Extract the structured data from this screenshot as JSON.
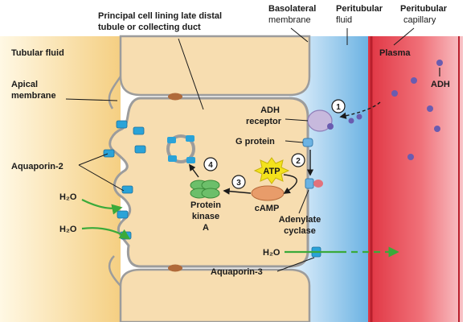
{
  "title": {
    "line1": "Principal cell lining late distal",
    "line2": "tubule or collecting duct"
  },
  "regions": {
    "tubular_fluid": "Tubular fluid",
    "basolateral_line1": "Basolateral",
    "basolateral_line2": "membrane",
    "peritubular_fluid_line1": "Peritubular",
    "peritubular_fluid_line2": "fluid",
    "peritubular_capillary_line1": "Peritubular",
    "peritubular_capillary_line2": "capillary",
    "plasma": "Plasma"
  },
  "labels": {
    "apical_line1": "Apical",
    "apical_line2": "membrane",
    "aquaporin2": "Aquaporin-2",
    "h2o_1": "H₂O",
    "h2o_2": "H₂O",
    "h2o_3": "H₂O",
    "adh": "ADH",
    "adh_receptor_line1": "ADH",
    "adh_receptor_line2": "receptor",
    "g_protein": "G protein",
    "atp": "ATP",
    "camp": "cAMP",
    "adenylate_line1": "Adenylate",
    "adenylate_line2": "cyclase",
    "pka_line1": "Protein",
    "pka_line2": "kinase",
    "pka_line3": "A",
    "aquaporin3": "Aquaporin-3"
  },
  "steps": [
    "1",
    "2",
    "3",
    "4"
  ],
  "colors": {
    "tubular_fluid": "#f6d58f",
    "cell": "#f7ddb0",
    "membrane": "#9c9c9c",
    "peritubular_fluid": "#9cc9ec",
    "plasma": "#e2424f",
    "aquaporin": "#2aa3d8",
    "adh_molecule": "#6a5cb0",
    "receptor": "#c7b9dd",
    "atp_star": "#f3e21c",
    "camp": "#e89c6a",
    "pka": "#6cbf6a",
    "water_arrow": "#3aaa3a"
  }
}
